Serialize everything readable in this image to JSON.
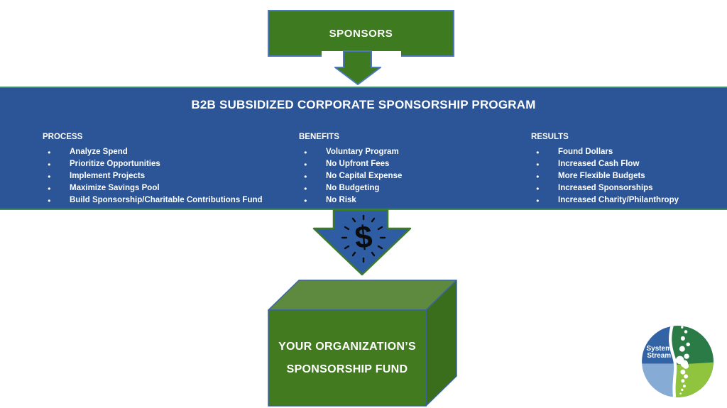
{
  "colors": {
    "banner_blue": "#2B5597",
    "banner_edge_green": "#3E8E62",
    "box_green": "#3E7A20",
    "box_border_blue": "#4C79BD",
    "arrow_blue": "#2F5DA3",
    "arrow_border_green": "#3C7A28",
    "cube_front_green": "#427A1F",
    "cube_top_green": "#5E8A3F",
    "cube_side_green": "#3A6E1D",
    "cube_edge_blue": "#3A62A8",
    "logo_dark_blue": "#3263A4",
    "logo_light_blue": "#86ABD5",
    "logo_dark_green": "#2A7B45",
    "logo_light_green": "#90C33E"
  },
  "sponsors_box": {
    "label": "SPONSORS"
  },
  "banner": {
    "title": "B2B SUBSIDIZED CORPORATE SPONSORSHIP PROGRAM",
    "columns": [
      {
        "header": "PROCESS",
        "items": [
          "Analyze Spend",
          "Prioritize Opportunities",
          "Implement Projects",
          "Maximize Savings Pool",
          "Build Sponsorship/Charitable Contributions Fund"
        ]
      },
      {
        "header": "BENEFITS",
        "items": [
          "Voluntary Program",
          "No Upfront Fees",
          "No Capital Expense",
          "No Budgeting",
          "No Risk"
        ]
      },
      {
        "header": "RESULTS",
        "items": [
          "Found Dollars",
          "Increased Cash Flow",
          "More Flexible Budgets",
          "Increased Sponsorships",
          "Increased Charity/Philanthropy"
        ]
      }
    ]
  },
  "dollar_arrow": {
    "symbol": "$"
  },
  "fund_box": {
    "line1": "YOUR ORGANIZATION’S",
    "line2": "SPONSORSHIP FUND"
  },
  "logo": {
    "line1": "System",
    "line2": "Stream"
  }
}
